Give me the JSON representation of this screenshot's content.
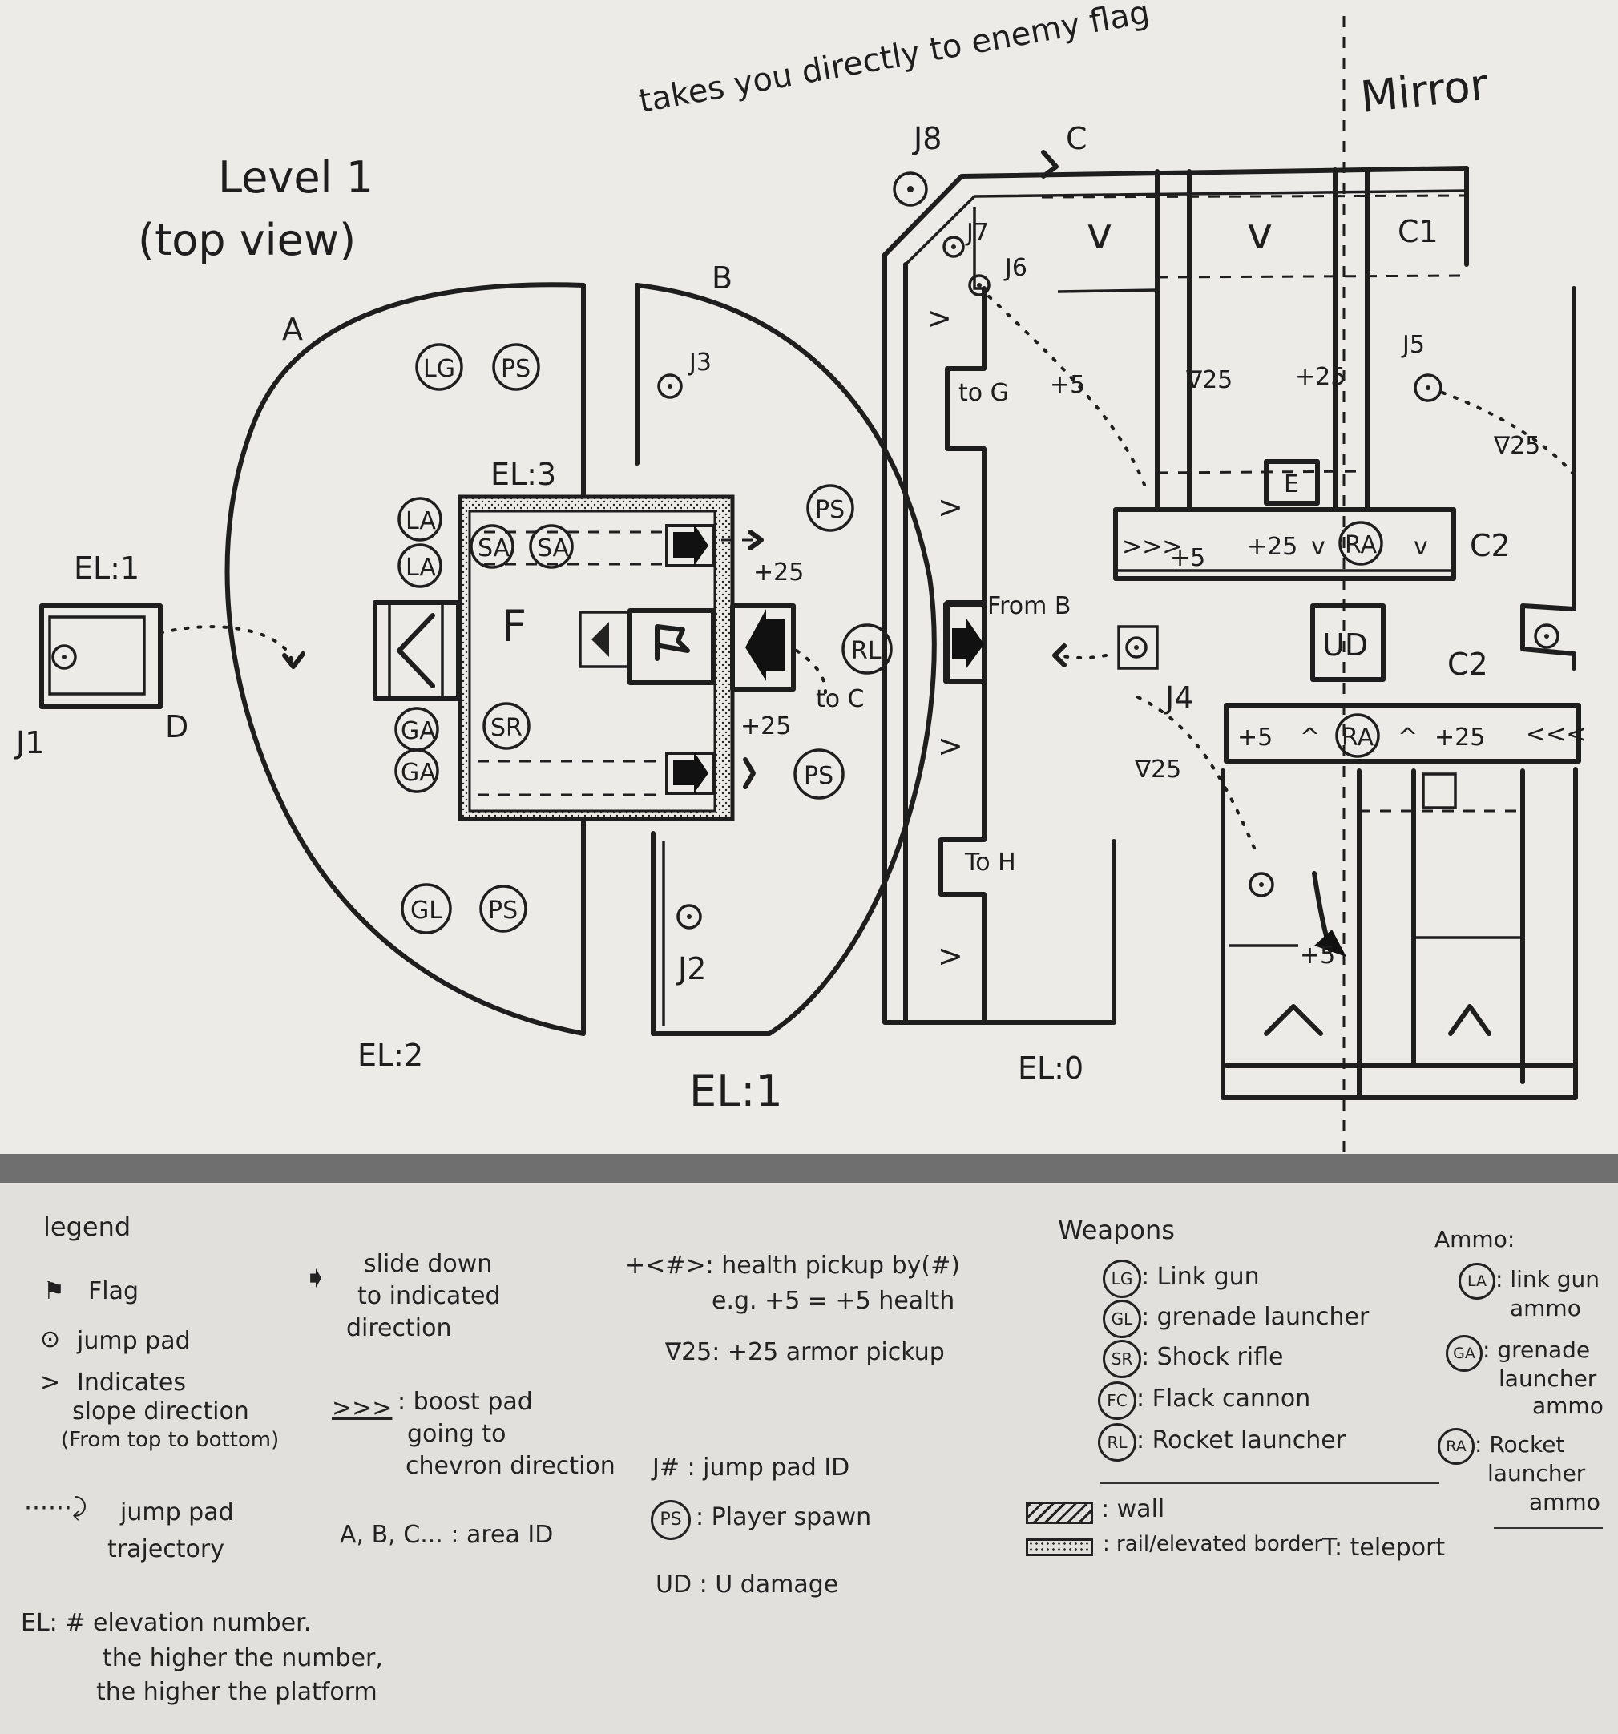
{
  "map": {
    "title": "Level 1",
    "subtitle": "(top view)",
    "mirror_label": "Mirror",
    "note": "takes you directly to enemy flag",
    "areas": {
      "a": "A",
      "b": "B",
      "c": "C",
      "c1": "C1",
      "c2a": "C2",
      "c2b": "C2",
      "d": "D",
      "e": "E",
      "f": "F"
    },
    "elevations": {
      "el1_left": "EL:1",
      "el3": "EL:3",
      "el2": "EL:2",
      "el1_bottom": "EL:1",
      "el0": "EL:0"
    },
    "jump_pads": {
      "j1": "J1",
      "j2": "J2",
      "j3": "J3",
      "j4": "J4",
      "j5": "J5",
      "j6": "J6",
      "j7": "J7",
      "j8": "J8"
    },
    "items": {
      "lg": "LG",
      "ps1": "PS",
      "ps2": "PS",
      "ps3": "PS",
      "ps4": "PS",
      "la1": "LA",
      "la2": "LA",
      "sa1": "SA",
      "sa2": "SA",
      "ga1": "GA",
      "ga2": "GA",
      "sr": "SR",
      "gl": "GL",
      "rl": "RL",
      "ra1": "RA",
      "ra2": "RA",
      "ud": "UD"
    },
    "pickups": {
      "p1": "+25",
      "p2": "+25",
      "p3": "+5",
      "p4": "∇25",
      "p5": "+25",
      "p6": "∇25",
      "p7": "+5",
      "p8": "+25",
      "p9": "+5",
      "p10": "+25",
      "p11": "∇25",
      "p12": "+5"
    },
    "directions": {
      "to_c": "to C",
      "to_g": "to G",
      "to_h": "To H",
      "from_b": "From B"
    }
  },
  "legend": {
    "title": "legend",
    "flag": "Flag",
    "jump_pad": "jump pad",
    "slope_1": "Indicates",
    "slope_2": "slope direction",
    "slope_3": "(From top to bottom)",
    "trajectory_1": "jump pad",
    "trajectory_2": "trajectory",
    "elevation_1": "EL: #   elevation   number.",
    "elevation_2": "the higher the number,",
    "elevation_3": "the higher the platform",
    "slide_1": "slide down",
    "slide_2": "to indicated",
    "slide_3": "direction",
    "boost_1": ": boost pad",
    "boost_2": "going to",
    "boost_3": "chevron direction",
    "area_id": "A, B, C... : area ID",
    "health_1": "+<#>: health pickup by(#)",
    "health_2": "e.g. +5 = +5 health",
    "armor": "∇25:  +25 armor pickup",
    "jump_id": "J# : jump pad ID",
    "player_spawn": ": Player spawn",
    "ud": "UD :  U damage",
    "weapons_title": "Weapons",
    "weapons": [
      {
        "code": "LG",
        "name": ": Link gun"
      },
      {
        "code": "GL",
        "name": ": grenade launcher"
      },
      {
        "code": "SR",
        "name": ": Shock rifle"
      },
      {
        "code": "FC",
        "name": ": Flack cannon"
      },
      {
        "code": "RL",
        "name": ": Rocket launcher"
      }
    ],
    "ammo_title": "Ammo:",
    "ammo": [
      {
        "code": "LA",
        "l1": ": link gun",
        "l2": "ammo"
      },
      {
        "code": "GA",
        "l1": ": grenade",
        "l2": "launcher",
        "l3": "ammo"
      },
      {
        "code": "RA",
        "l1": ": Rocket",
        "l2": "launcher",
        "l3": "ammo"
      }
    ],
    "wall": ": wall",
    "rail": ": rail/elevated border",
    "teleport": "T: teleport"
  }
}
